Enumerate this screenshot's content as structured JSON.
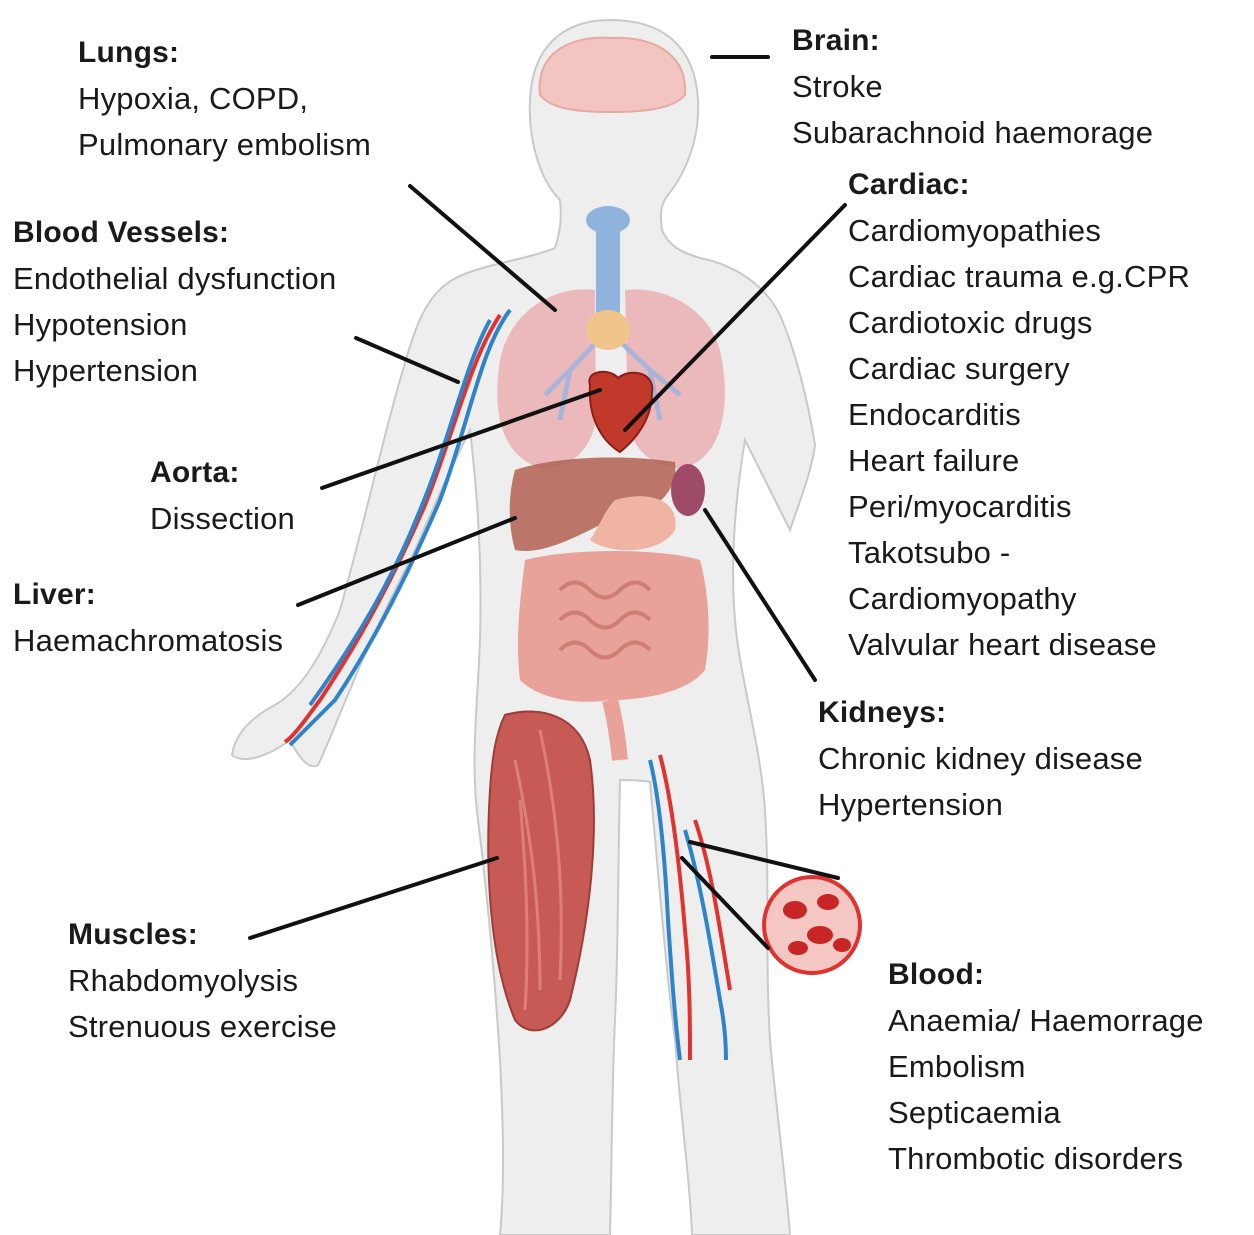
{
  "callouts": {
    "lungs": {
      "title": "Lungs:",
      "items": [
        "Hypoxia, COPD,",
        "Pulmonary embolism"
      ]
    },
    "brain": {
      "title": "Brain:",
      "items": [
        "Stroke",
        "Subarachnoid haemorage"
      ]
    },
    "blood_vessels": {
      "title": "Blood Vessels:",
      "items": [
        "Endothelial dysfunction",
        "Hypotension",
        "Hypertension"
      ]
    },
    "cardiac": {
      "title": "Cardiac:",
      "items": [
        "Cardiomyopathies",
        "Cardiac trauma e.g.CPR",
        "Cardiotoxic drugs",
        "Cardiac surgery",
        "Endocarditis",
        "Heart failure",
        "Peri/myocarditis",
        "Takotsubo -",
        "Cardiomyopathy",
        "Valvular heart disease"
      ]
    },
    "aorta": {
      "title": "Aorta:",
      "items": [
        "Dissection"
      ]
    },
    "liver": {
      "title": "Liver:",
      "items": [
        "Haemachromatosis"
      ]
    },
    "kidneys": {
      "title": "Kidneys:",
      "items": [
        "Chronic kidney disease",
        "Hypertension"
      ]
    },
    "muscles": {
      "title": "Muscles:",
      "items": [
        "Rhabdomyolysis",
        "Strenuous exercise"
      ]
    },
    "blood": {
      "title": "Blood:",
      "items": [
        "Anaemia/ Haemorrage",
        "Embolism",
        "Septicaemia",
        "Thrombotic disorders"
      ]
    }
  },
  "colors": {
    "body_fill": "#eeeeef",
    "body_outline": "#c9c9cc",
    "lung": "#eab2b6",
    "heart": "#c0392b",
    "liver": "#b5675a",
    "intestine": "#e8a29a",
    "muscle": "#c85a55",
    "artery": "#e0332f",
    "vein": "#2f83c9",
    "trachea": "#8fb3dc",
    "brain": "#f2c5c0",
    "leader": "#111111"
  }
}
